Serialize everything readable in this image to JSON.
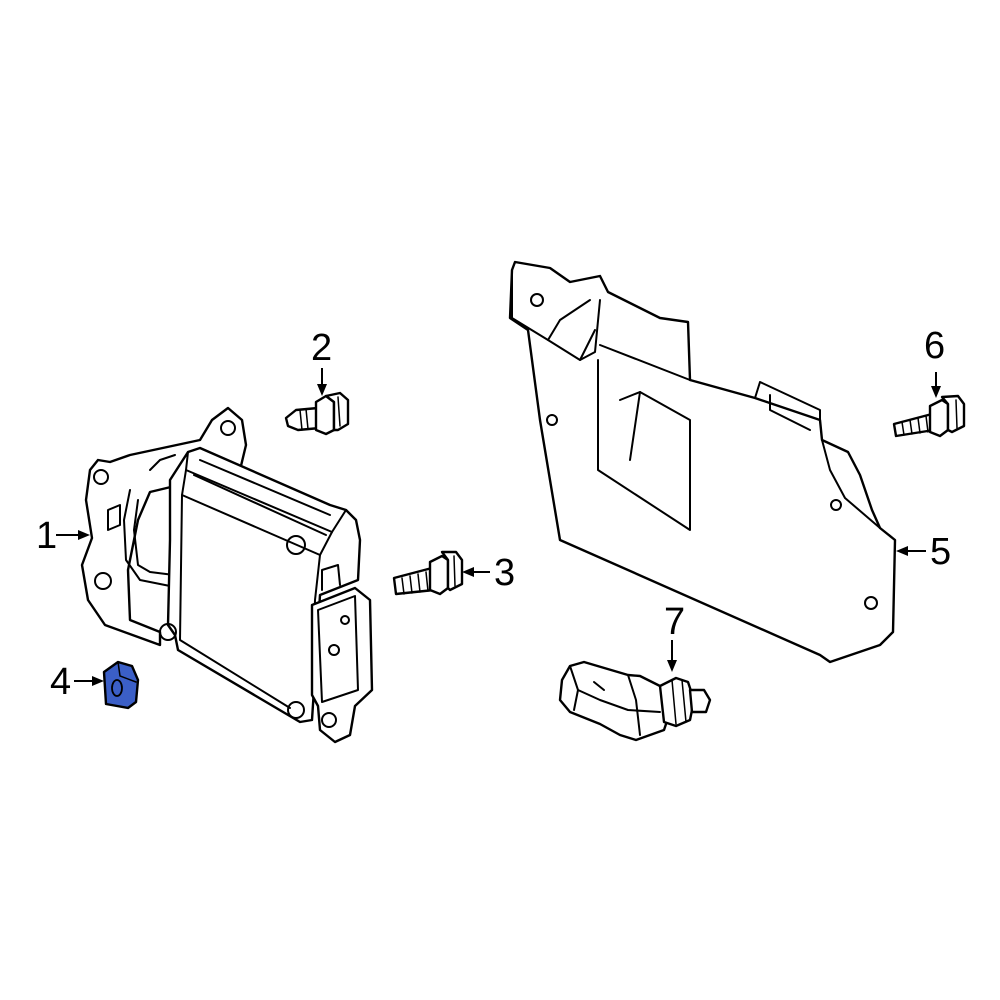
{
  "colors": {
    "line": "#000000",
    "background": "#ffffff",
    "highlight": "#3b5fc7"
  },
  "callouts": [
    {
      "label": "1",
      "icon": "arrow-right-icon"
    },
    {
      "label": "2",
      "icon": "arrow-down-icon"
    },
    {
      "label": "3",
      "icon": "arrow-left-icon"
    },
    {
      "label": "4",
      "icon": "arrow-right-icon",
      "highlighted": true
    },
    {
      "label": "5",
      "icon": "arrow-left-icon"
    },
    {
      "label": "6",
      "icon": "arrow-down-icon"
    },
    {
      "label": "7",
      "icon": "arrow-down-icon"
    }
  ]
}
